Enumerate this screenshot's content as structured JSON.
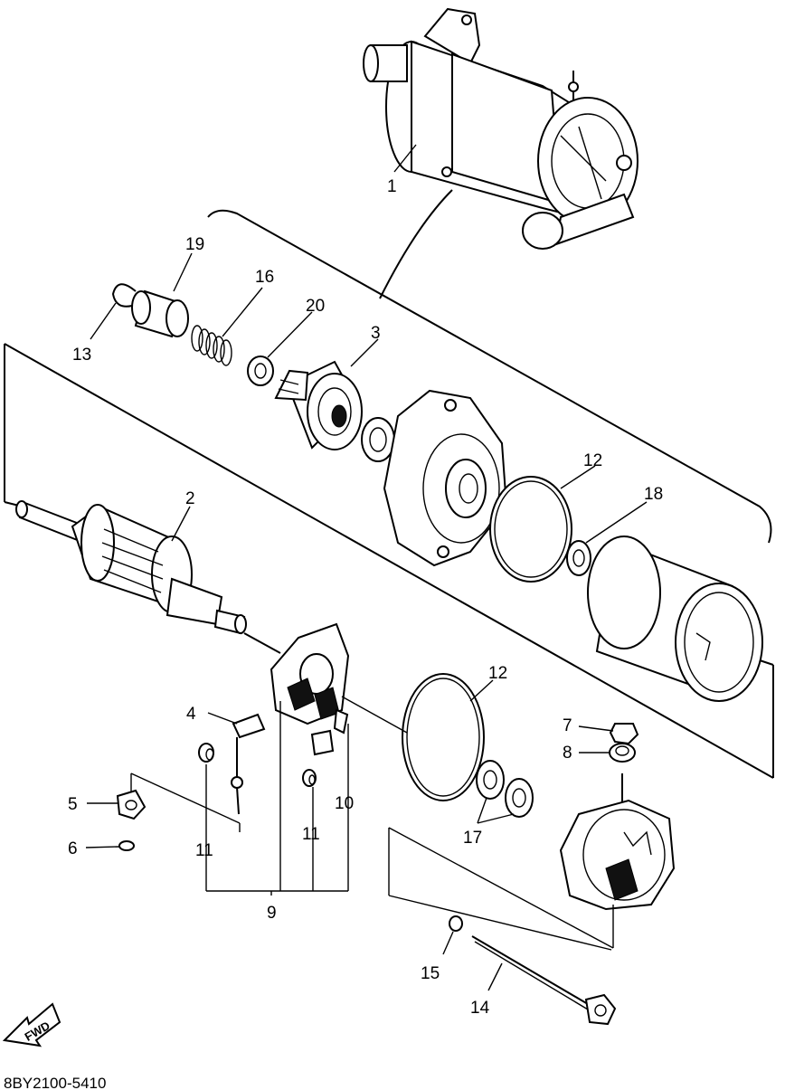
{
  "diagram": {
    "code": "8BY2100-5410",
    "fwd_label": "FWD",
    "callouts": {
      "c1": "1",
      "c2": "2",
      "c3": "3",
      "c4": "4",
      "c5": "5",
      "c6": "6",
      "c7": "7",
      "c8": "8",
      "c9": "9",
      "c10": "10",
      "c11a": "11",
      "c11b": "11",
      "c12a": "12",
      "c12b": "12",
      "c13": "13",
      "c14": "14",
      "c15": "15",
      "c16": "16",
      "c17": "17",
      "c18": "18",
      "c19": "19",
      "c20": "20"
    }
  }
}
